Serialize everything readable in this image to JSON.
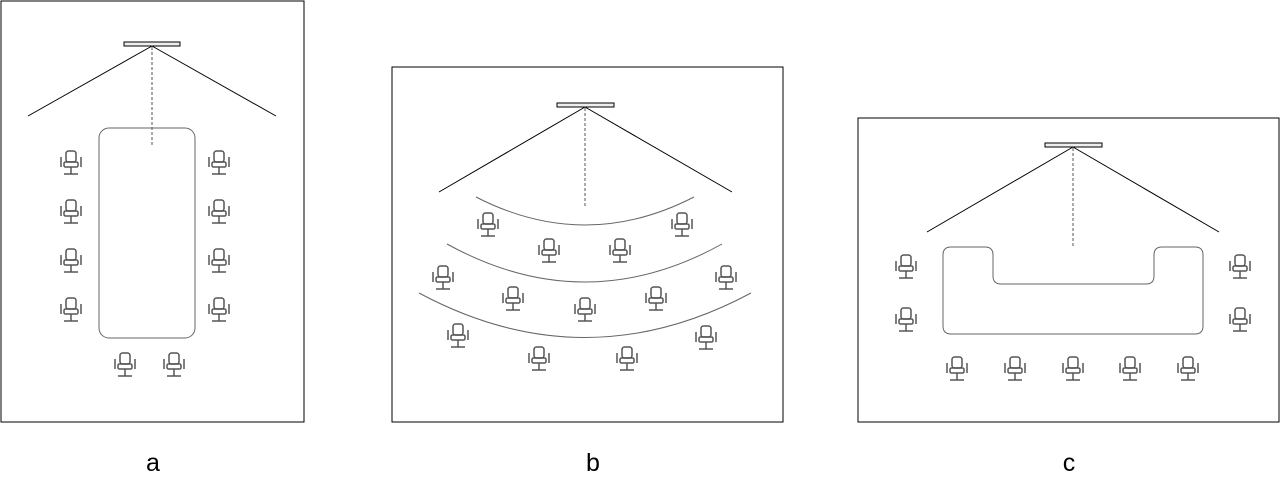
{
  "colors": {
    "frame": "#000000",
    "table": "#666666",
    "chair": "#555555",
    "screen_fill": "#eeeeee",
    "beam": "#000000",
    "axis": "#555555",
    "background": "#ffffff"
  },
  "icons": {
    "seat": "office-chair-icon",
    "screen": "display-screen-icon"
  },
  "panels": [
    {
      "id": "a",
      "label": "a",
      "layout": "long-rectangular-table",
      "seat_count": 10
    },
    {
      "id": "b",
      "label": "b",
      "layout": "curved-rows",
      "row_count": 3,
      "seat_count": 13
    },
    {
      "id": "c",
      "label": "c",
      "layout": "u-shaped-table",
      "seat_count": 9
    }
  ]
}
